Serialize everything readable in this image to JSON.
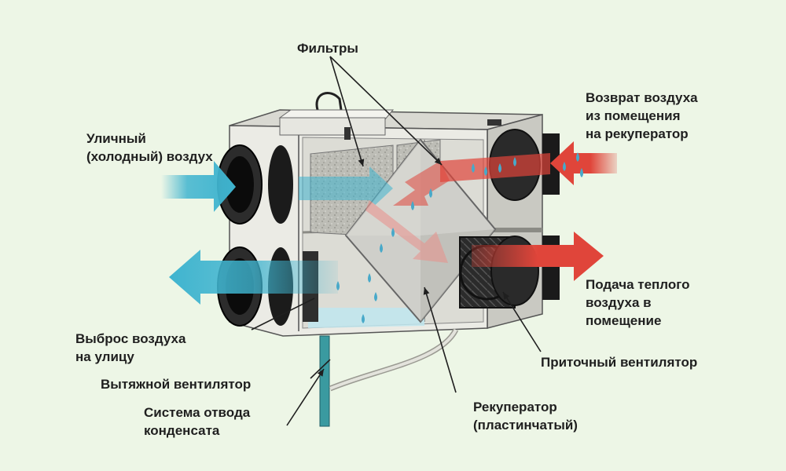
{
  "labels": {
    "filters": "Фильтры",
    "outdoor_air": [
      "Уличный",
      "(холодный) воздух"
    ],
    "return_air": [
      "Возврат воздуха",
      "из помещения",
      "на рекуператор"
    ],
    "warm_supply": [
      "Подача теплого",
      "воздуха в",
      "помещение"
    ],
    "exhaust_outside": [
      "Выброс воздуха",
      "на улицу"
    ],
    "exhaust_fan": "Вытяжной вентилятор",
    "supply_fan": "Приточный вентилятор",
    "condensate": [
      "Система отвода",
      "конденсата"
    ],
    "recuperator": [
      "Рекуператор",
      "(пластинчатый)"
    ]
  },
  "colors": {
    "background": "#edf6e6",
    "cold_air": "#3fb4cf",
    "warm_air": "#e0453a",
    "housing": "#ebebe5",
    "housing_edge": "#555555",
    "label_text": "#1f1f1f"
  }
}
